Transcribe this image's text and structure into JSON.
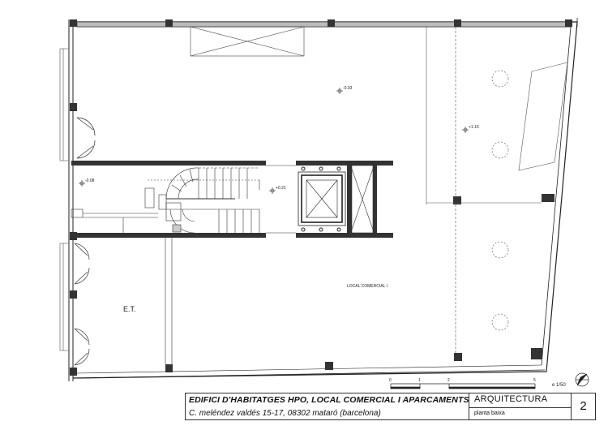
{
  "plan": {
    "room_label": "LOCAL COMERCIAL I",
    "services_label": "E.T.",
    "levels": {
      "main": "-0.03",
      "upper": "+1.15",
      "entrance": "-0.08",
      "stair": "+0.21"
    }
  },
  "scale_bar": {
    "ticks": [
      "0",
      "1",
      "2",
      "5"
    ],
    "scale_text": "e 1/50"
  },
  "title_block": {
    "project_title": "EDIFICI D'HABITATGES HPO, LOCAL COMERCIAL I APARCAMENTS",
    "address": "C. meléndez valdés 15-17, 08302 mataró (barcelona)",
    "department": "ARQUITECTURA",
    "sheet_name": "planta baixa",
    "sheet_number": "2"
  }
}
